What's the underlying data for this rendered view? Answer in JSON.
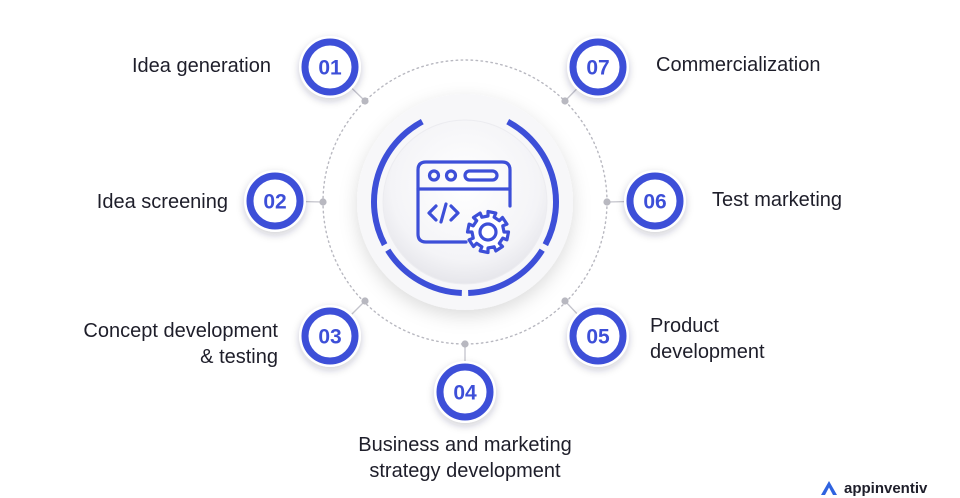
{
  "colors": {
    "accent": "#3d4fd8",
    "ring_dots": "#b8b8c0",
    "text": "#1e1e2a",
    "brand_icon": "#2f63e0"
  },
  "center_icon": "code-window-gear-icon",
  "steps": [
    {
      "num": "01",
      "label_lines": [
        "Idea generation"
      ]
    },
    {
      "num": "02",
      "label_lines": [
        "Idea screening"
      ]
    },
    {
      "num": "03",
      "label_lines": [
        "Concept development",
        "& testing"
      ]
    },
    {
      "num": "04",
      "label_lines": [
        "Business and marketing",
        "strategy development"
      ]
    },
    {
      "num": "05",
      "label_lines": [
        "Product",
        "development"
      ]
    },
    {
      "num": "06",
      "label_lines": [
        "Test marketing"
      ]
    },
    {
      "num": "07",
      "label_lines": [
        "Commercialization"
      ]
    }
  ],
  "brand": {
    "name": "appinventiv",
    "icon": "appinventiv-logo-icon"
  }
}
